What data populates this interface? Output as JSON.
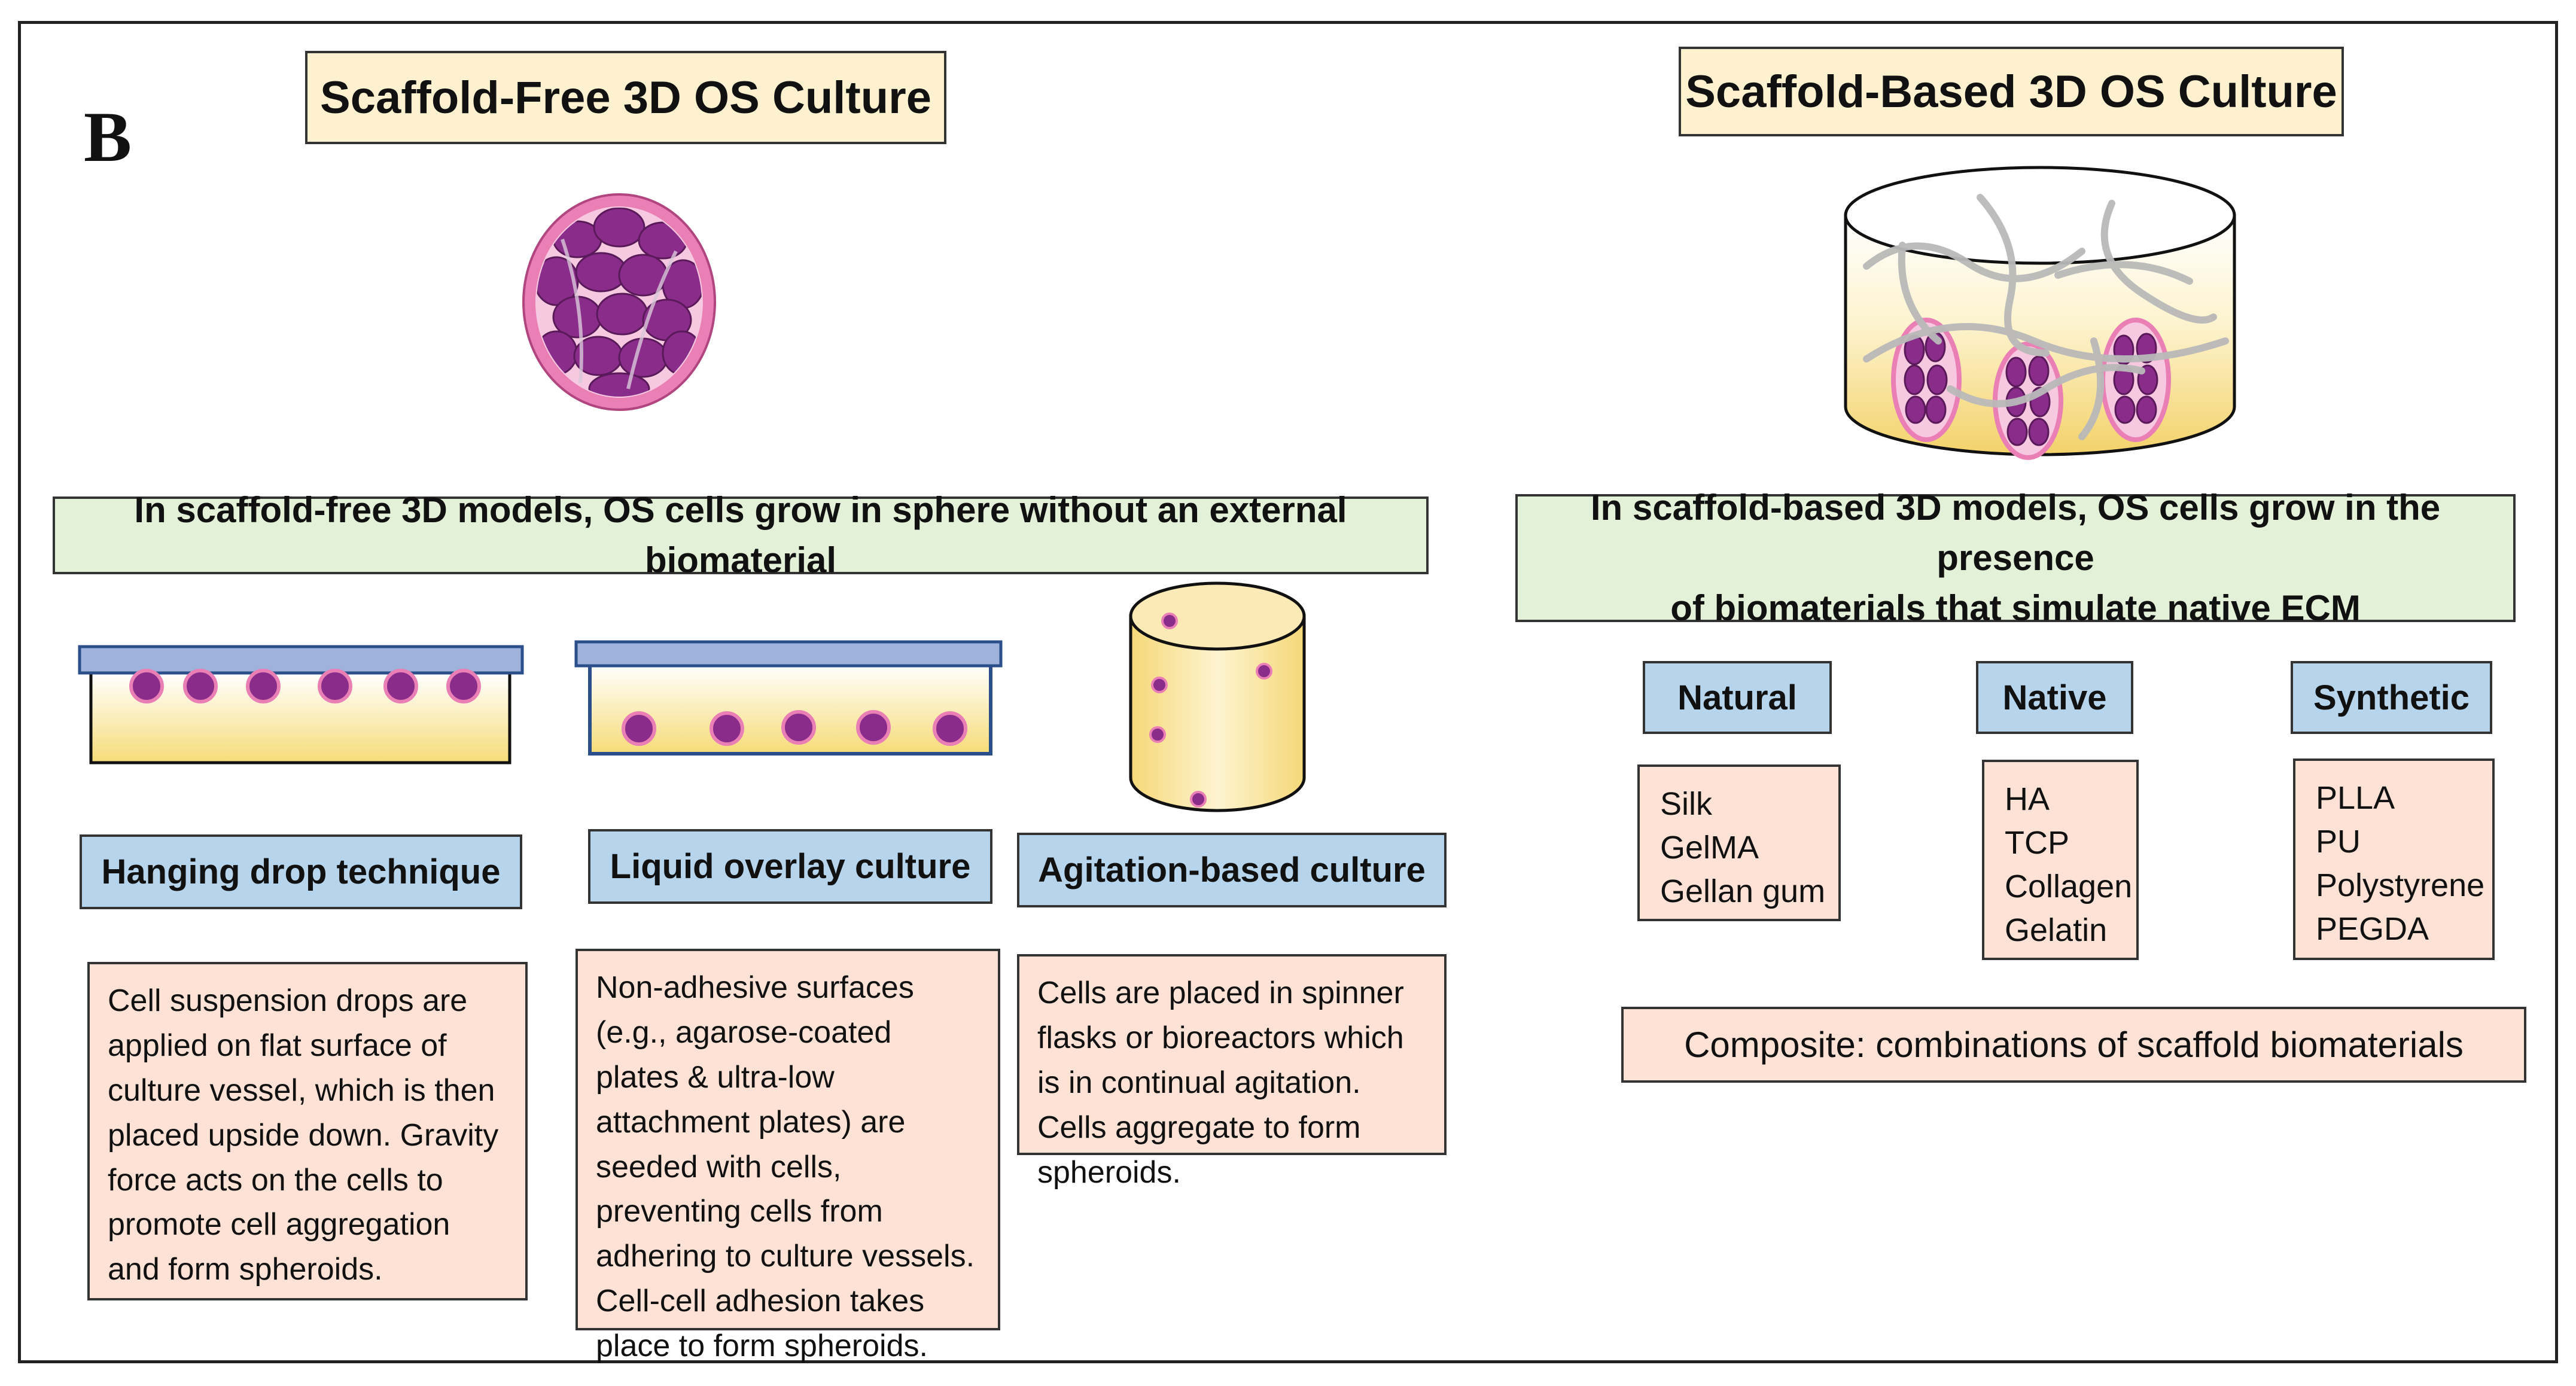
{
  "panel_letter": "B",
  "scaffold_free": {
    "title": "Scaffold-Free 3D OS Culture",
    "statement": "In scaffold-free 3D models, OS cells grow in sphere without an external biomaterial",
    "methods": [
      {
        "label": "Hanging drop technique",
        "description": "Cell suspension drops are applied on flat surface of culture vessel, which is then placed upside down. Gravity force acts on the cells to promote cell aggregation and form spheroids."
      },
      {
        "label": "Liquid overlay culture",
        "description": "Non-adhesive surfaces (e.g., agarose-coated plates & ultra-low attachment plates) are seeded with cells, preventing cells from adhering to culture vessels. Cell-cell adhesion takes place to form spheroids."
      },
      {
        "label": "Agitation-based culture",
        "description": "Cells are placed in spinner flasks or bioreactors which is in continual agitation. Cells aggregate to form spheroids."
      }
    ]
  },
  "scaffold_based": {
    "title": "Scaffold-Based 3D OS Culture",
    "statement_line1": "In scaffold-based 3D models, OS cells grow in the presence",
    "statement_line2": "of biomaterials that  simulate native ECM",
    "categories": [
      {
        "label": "Natural",
        "items": [
          "Silk",
          "GelMA",
          "Gellan gum"
        ]
      },
      {
        "label": "Native",
        "items": [
          "HA",
          "TCP",
          "Collagen",
          "Gelatin"
        ]
      },
      {
        "label": "Synthetic",
        "items": [
          "PLLA",
          "PU",
          "Polystyrene",
          "PEGDA"
        ]
      }
    ],
    "composite": "Composite: combinations of scaffold biomaterials"
  },
  "colors": {
    "title_fill": "#fdf1cf",
    "statement_fill": "#e2f1d8",
    "label_fill": "#b6d5ec",
    "description_fill": "#fde2d5",
    "cell_purple": "#8a2c8a",
    "spheroid_pink": "#ea7fb6"
  }
}
